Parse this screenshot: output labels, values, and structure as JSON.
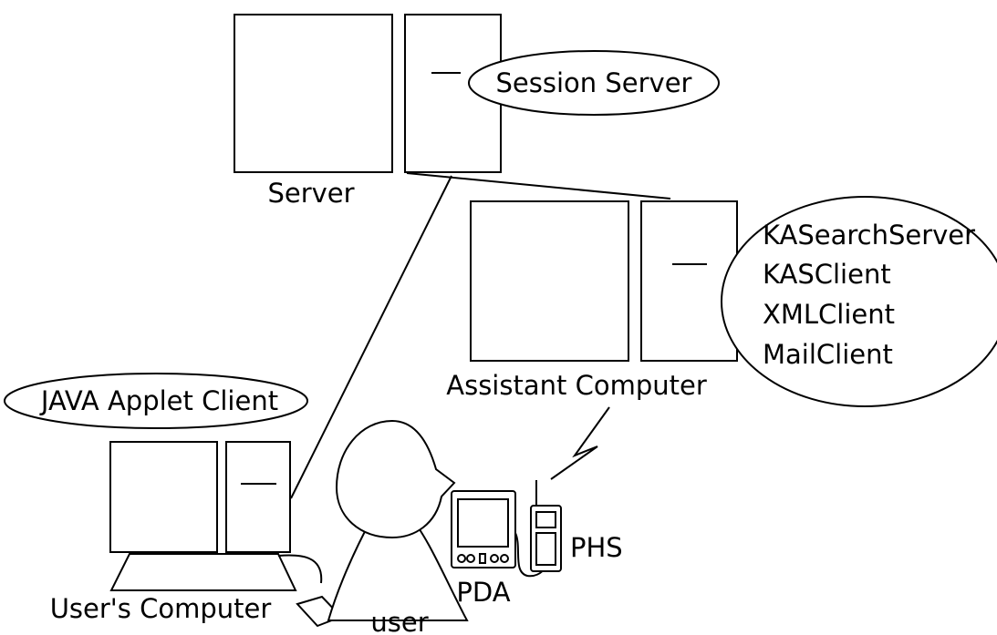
{
  "labels": {
    "server": "Server",
    "session_server": "Session Server",
    "assistant_computer": "Assistant Computer",
    "assistant_software": [
      "KASearchServer",
      "KASClient",
      "XMLClient",
      "MailClient"
    ],
    "applet_client": "JAVA Applet Client",
    "users_computer": "User's Computer",
    "user": "user",
    "pda": "PDA",
    "phs": "PHS"
  }
}
